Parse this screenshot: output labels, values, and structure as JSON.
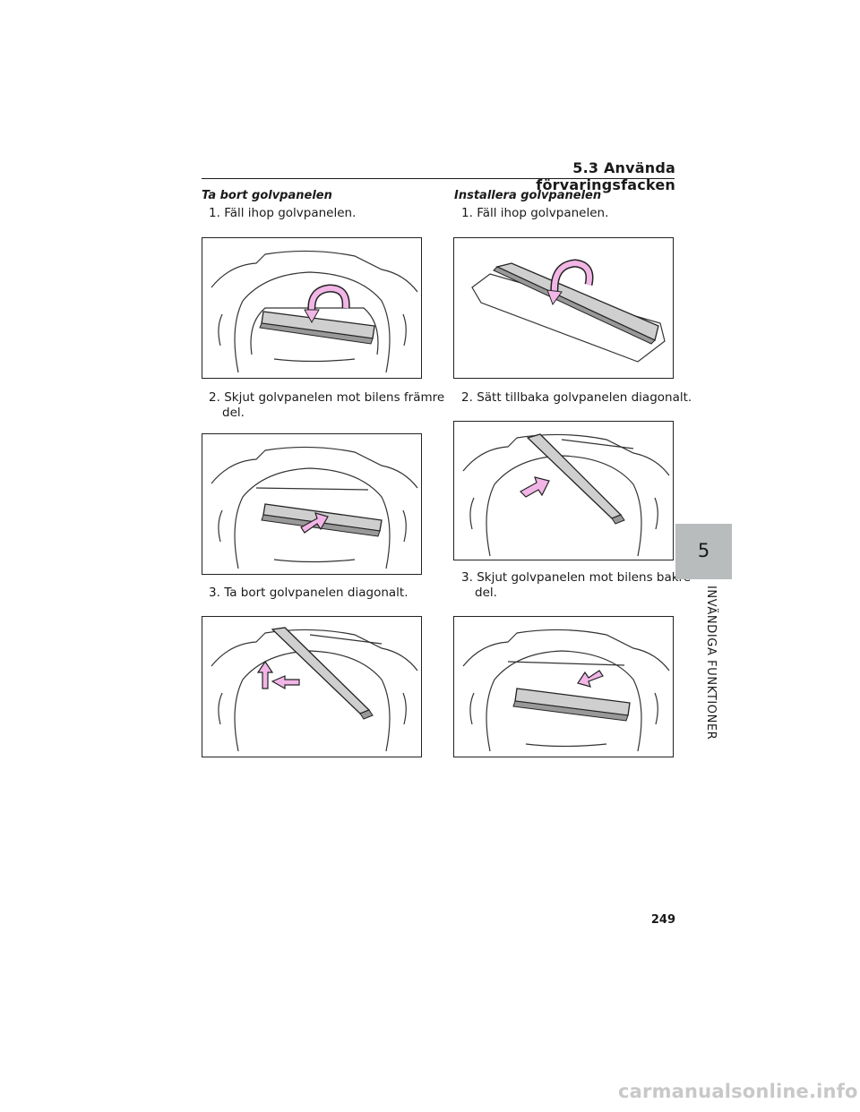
{
  "header": {
    "section_title": "5.3 Använda förvaringsfacken"
  },
  "left_column": {
    "heading": "Ta bort golvpanelen",
    "steps": [
      {
        "number": "1.",
        "text": "Fäll ihop golvpanelen."
      },
      {
        "number": "2.",
        "text": "Skjut golvpanelen mot bilens främre",
        "text_cont": "del."
      },
      {
        "number": "3.",
        "text": "Ta bort golvpanelen diagonalt."
      }
    ]
  },
  "right_column": {
    "heading": "Installera golvpanelen",
    "steps": [
      {
        "number": "1.",
        "text": "Fäll ihop golvpanelen."
      },
      {
        "number": "2.",
        "text": "Sätt tillbaka golvpanelen diagonalt."
      },
      {
        "number": "3.",
        "text": "Skjut golvpanelen mot bilens bakre",
        "text_cont": "del."
      }
    ]
  },
  "side_tab": {
    "chapter_number": "5",
    "chapter_label": "INVÄNDIGA FUNKTIONER"
  },
  "footer": {
    "page_number": "249"
  },
  "watermark": {
    "text": "carmanualsonline.info"
  },
  "colors": {
    "arrow_pink": "#f2b6e6",
    "panel_grey": "#cfcfcf",
    "tab_grey": "#b8bcbd"
  },
  "figures": [
    {
      "id": "fig-remove-1",
      "arrow": "curved-fold"
    },
    {
      "id": "fig-remove-2",
      "arrow": "push-forward"
    },
    {
      "id": "fig-remove-3",
      "arrow": "lift-diagonal"
    },
    {
      "id": "fig-install-1",
      "arrow": "curved-fold"
    },
    {
      "id": "fig-install-2",
      "arrow": "insert-diagonal"
    },
    {
      "id": "fig-install-3",
      "arrow": "push-back"
    }
  ]
}
